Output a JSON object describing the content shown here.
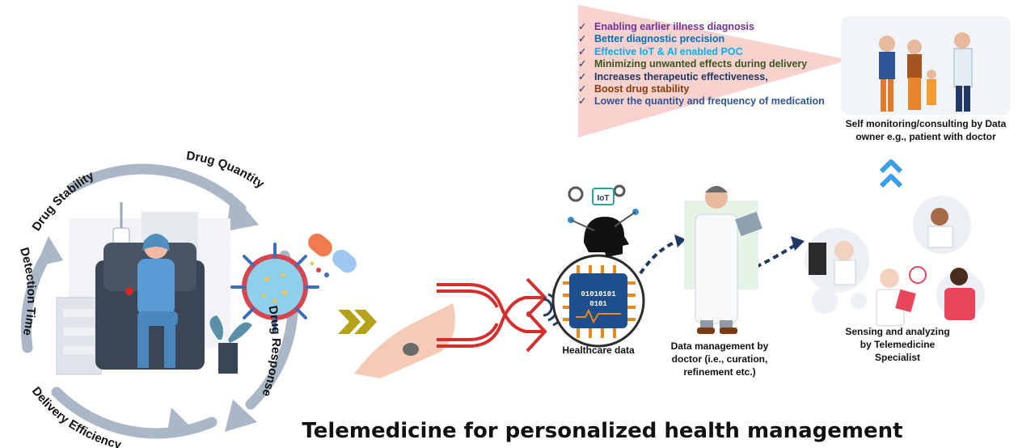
{
  "title": "Telemedicine for personalized health management",
  "cycle_labels": [
    "Drug Stability",
    "Drug Quantity",
    "Drug Response",
    "Delivery Efficiency",
    "Detection Time"
  ],
  "benefits": [
    {
      "text": "Enabling earlier illness diagnosis",
      "color": "#7030a0"
    },
    {
      "text": "Better diagnostic precision",
      "color": "#0070c0"
    },
    {
      "text": "Effective IoT & AI enabled POC",
      "color": "#00b0f0"
    },
    {
      "text": "Minimizing unwanted effects during delivery",
      "color": "#375623"
    },
    {
      "text": "Increases therapeutic effectiveness,",
      "color": "#1f3864"
    },
    {
      "text": "Boost drug stability",
      "color": "#843c0c"
    },
    {
      "text": "Lower the quantity and frequency of medication",
      "color": "#2f5597"
    }
  ],
  "tick": "✓",
  "iot_label": "IoT",
  "chip_bits": [
    "01010101",
    "0101"
  ],
  "captions": {
    "self_monitoring": "Self monitoring/consulting by Data owner e.g., patient with doctor",
    "healthcare_data": "Healthcare data",
    "data_management": "Data management by doctor (i.e., curation, refinement etc.)",
    "sensing": "Sensing and analyzing by Telemedicine Specialist"
  }
}
